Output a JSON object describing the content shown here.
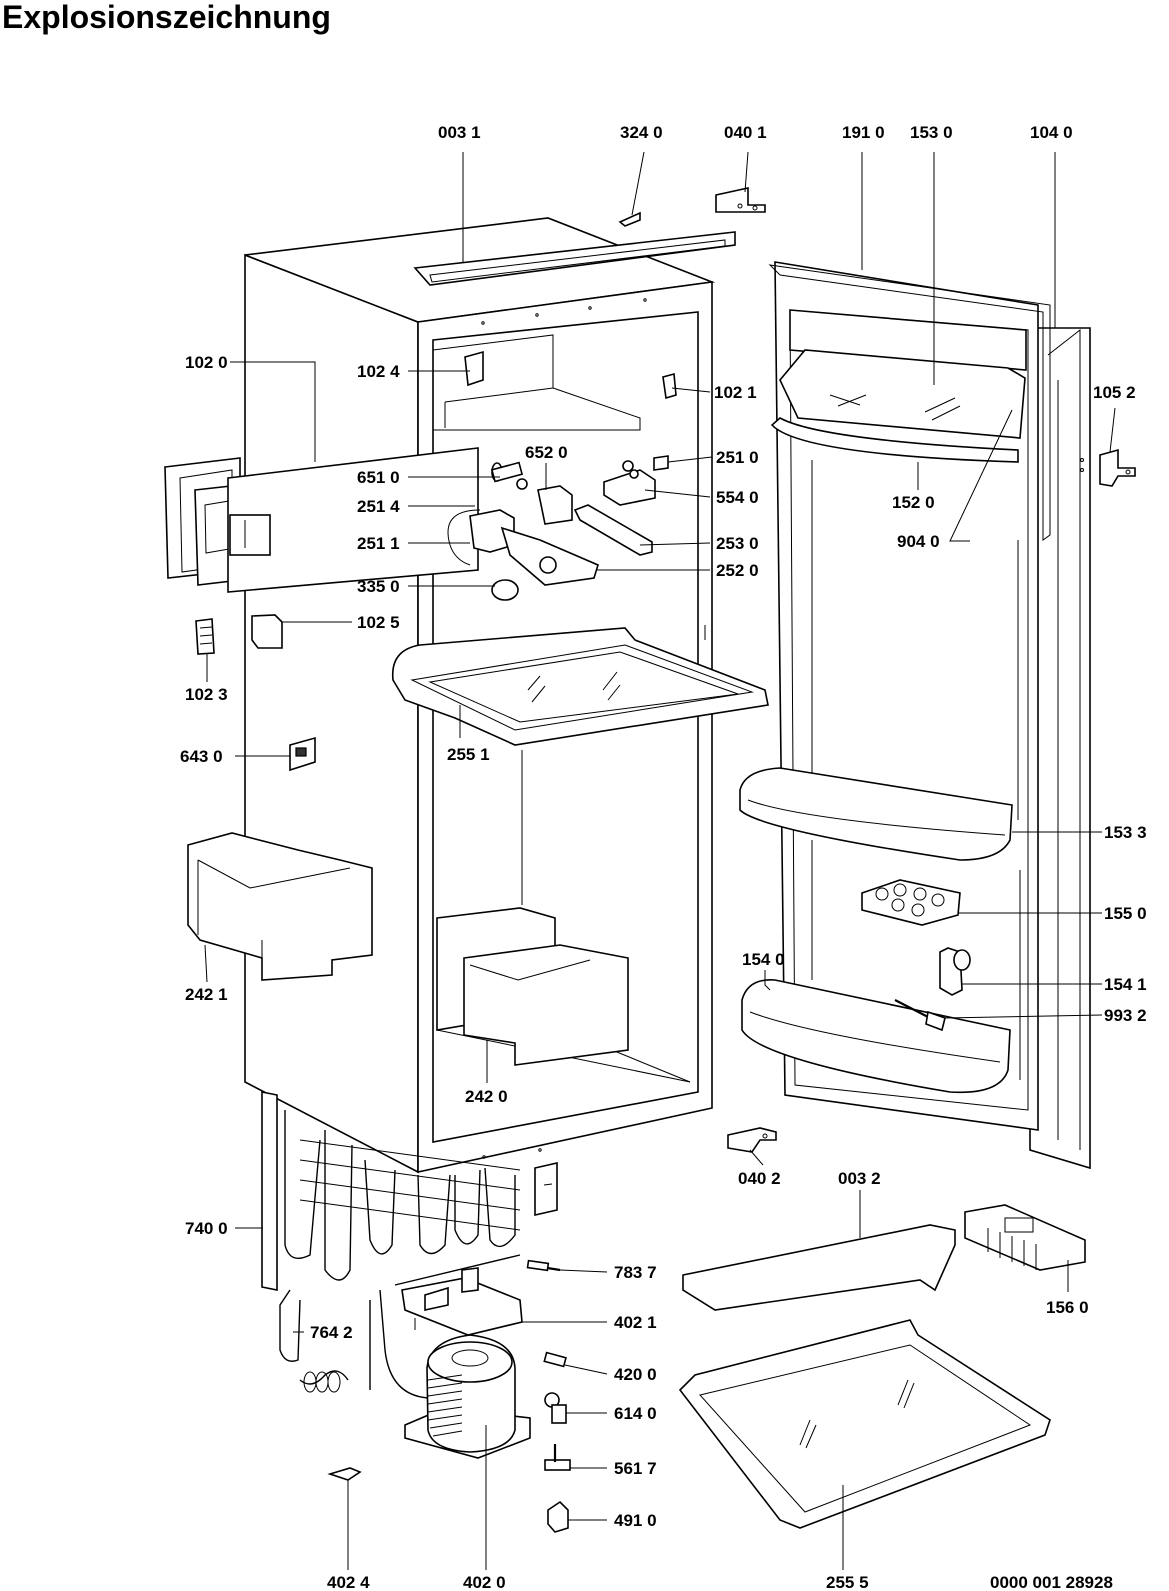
{
  "title": "Explosionszeichnung",
  "drawing_number": "0000 001 28928",
  "labels": {
    "p0031": "003 1",
    "p3240": "324 0",
    "p0401": "040 1",
    "p1910": "191 0",
    "p1530": "153 0",
    "p1040": "104 0",
    "p1020": "102 0",
    "p1024": "102 4",
    "p1021": "102 1",
    "p1052": "105 2",
    "p6510": "651 0",
    "p6520": "652 0",
    "p2510": "251 0",
    "p2514": "251 4",
    "p5540": "554 0",
    "p1520": "152 0",
    "p2511": "251 1",
    "p2530": "253 0",
    "p9040": "904 0",
    "p3350": "335 0",
    "p2520": "252 0",
    "p1025": "102 5",
    "p1023": "102 3",
    "p6430": "643 0",
    "p2551": "255 1",
    "p1533": "153 3",
    "p1550": "155 0",
    "p2421": "242 1",
    "p1540": "154 0",
    "p1541": "154 1",
    "p9932": "993 2",
    "p2420": "242 0",
    "p0402": "040 2",
    "p0032": "003 2",
    "p7400": "740 0",
    "p7837": "783 7",
    "p1560": "156 0",
    "p4021": "402 1",
    "p7642": "764 2",
    "p4200": "420 0",
    "p6140": "614 0",
    "p5617": "561 7",
    "p4910": "491 0",
    "p4024": "402 4",
    "p4020": "402 0",
    "p2555": "255 5"
  }
}
